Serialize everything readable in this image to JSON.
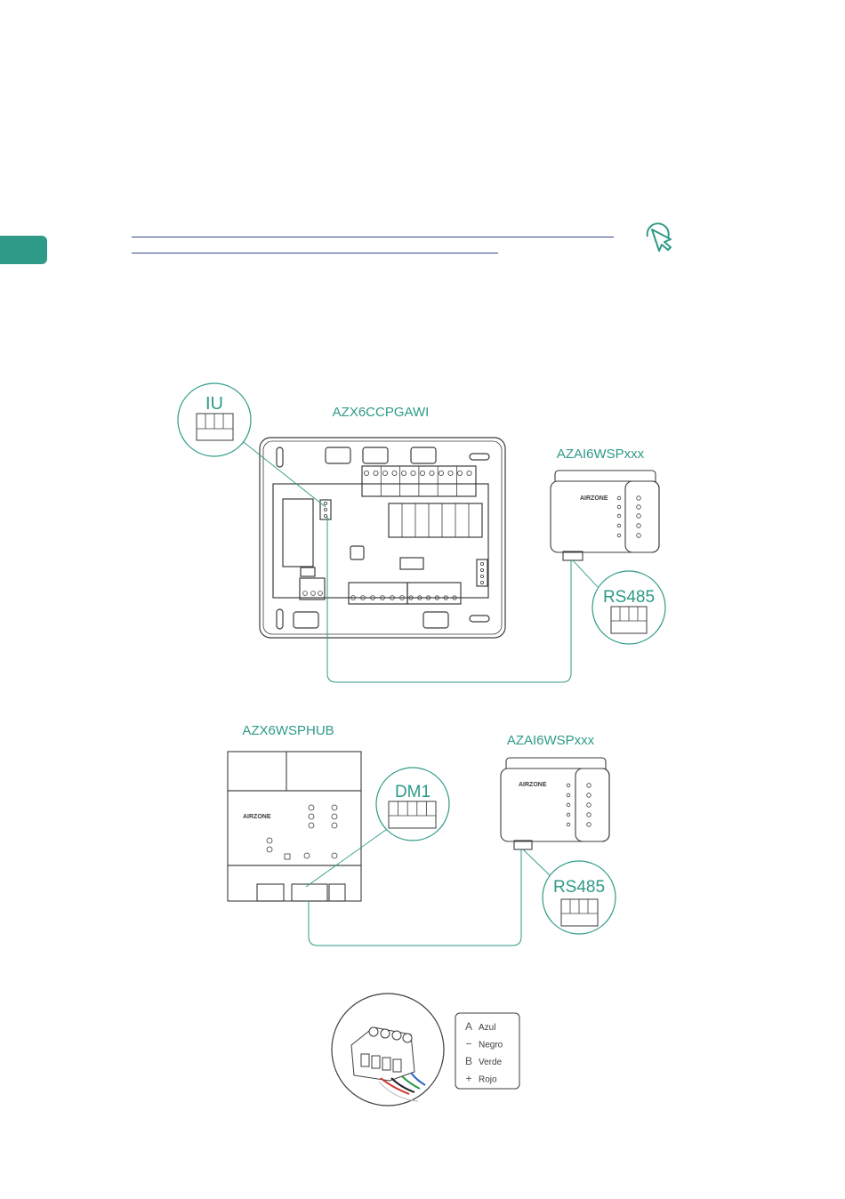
{
  "colors": {
    "accent": "#2e9a87",
    "link": "#3a4a8c",
    "line": "#3c3c3c",
    "light": "#bdbdbd"
  },
  "icons": {
    "cursor": "pointer-hand-icon"
  },
  "diagram1": {
    "main_board": "AZX6CCPGAWI",
    "iu_callout": "IU",
    "gateway": "AZAI6WSPxxx",
    "rs485_callout": "RS485"
  },
  "diagram2": {
    "hub": "AZX6WSPHUB",
    "dm1_callout": "DM1",
    "gateway": "AZAI6WSPxxx",
    "rs485_callout": "RS485"
  },
  "legend": {
    "items": [
      {
        "symbol": "A",
        "label": "Azul"
      },
      {
        "symbol": "−",
        "label": "Negro"
      },
      {
        "symbol": "B",
        "label": "Verde"
      },
      {
        "symbol": "+",
        "label": "Rojo"
      }
    ]
  },
  "brand_logo": "AIRZONE"
}
